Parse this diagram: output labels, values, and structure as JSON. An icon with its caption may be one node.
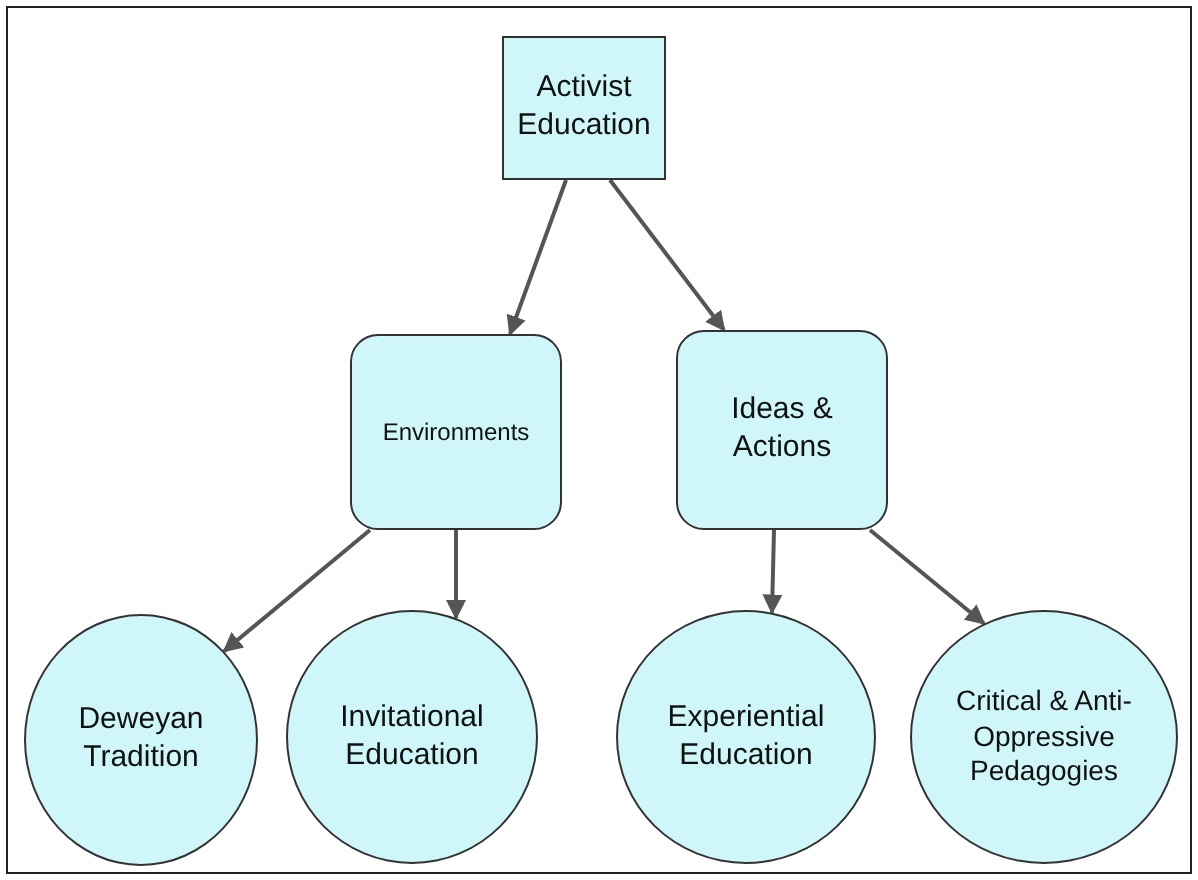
{
  "diagram": {
    "nodes": [
      {
        "text": [
          "Activist Education"
        ]
      },
      {
        "text": [
          "Environments"
        ]
      },
      {
        "text": [
          "Ideas & Actions"
        ]
      },
      {
        "text": [
          "Deweyan Tradition"
        ]
      },
      {
        "text": [
          "Invitational Education"
        ]
      },
      {
        "text": [
          "Experiential Education"
        ]
      },
      {
        "text": [
          "Critical & Anti-Oppressive Pedagogies"
        ]
      }
    ],
    "edges": [
      {
        "from": 0,
        "to": 1,
        "arrow": "to"
      },
      {
        "from": 0,
        "to": 2,
        "arrow": "to"
      },
      {
        "from": 1,
        "to": 3,
        "arrow": "to"
      },
      {
        "from": 1,
        "to": 4,
        "arrow": "to"
      },
      {
        "from": 2,
        "to": 5,
        "arrow": "to"
      },
      {
        "from": 2,
        "to": 6,
        "arrow": "to"
      }
    ]
  }
}
